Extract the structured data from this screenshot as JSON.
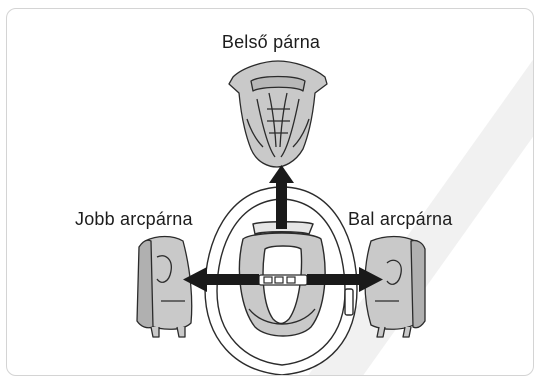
{
  "labels": {
    "inner_pad": "Belső párna",
    "right_cheek_pad": "Jobb arcpárna",
    "left_cheek_pad": "Bal arcpárna"
  },
  "colors": {
    "part_fill": "#c9c9c9",
    "outline": "#2b2b2b",
    "arrow": "#1a1a1a",
    "watermark": "#efefef",
    "frame_border": "#d4d4d4"
  },
  "icons": {
    "arrows": [
      "arrow-up-icon",
      "arrow-left-icon",
      "arrow-right-icon"
    ]
  }
}
